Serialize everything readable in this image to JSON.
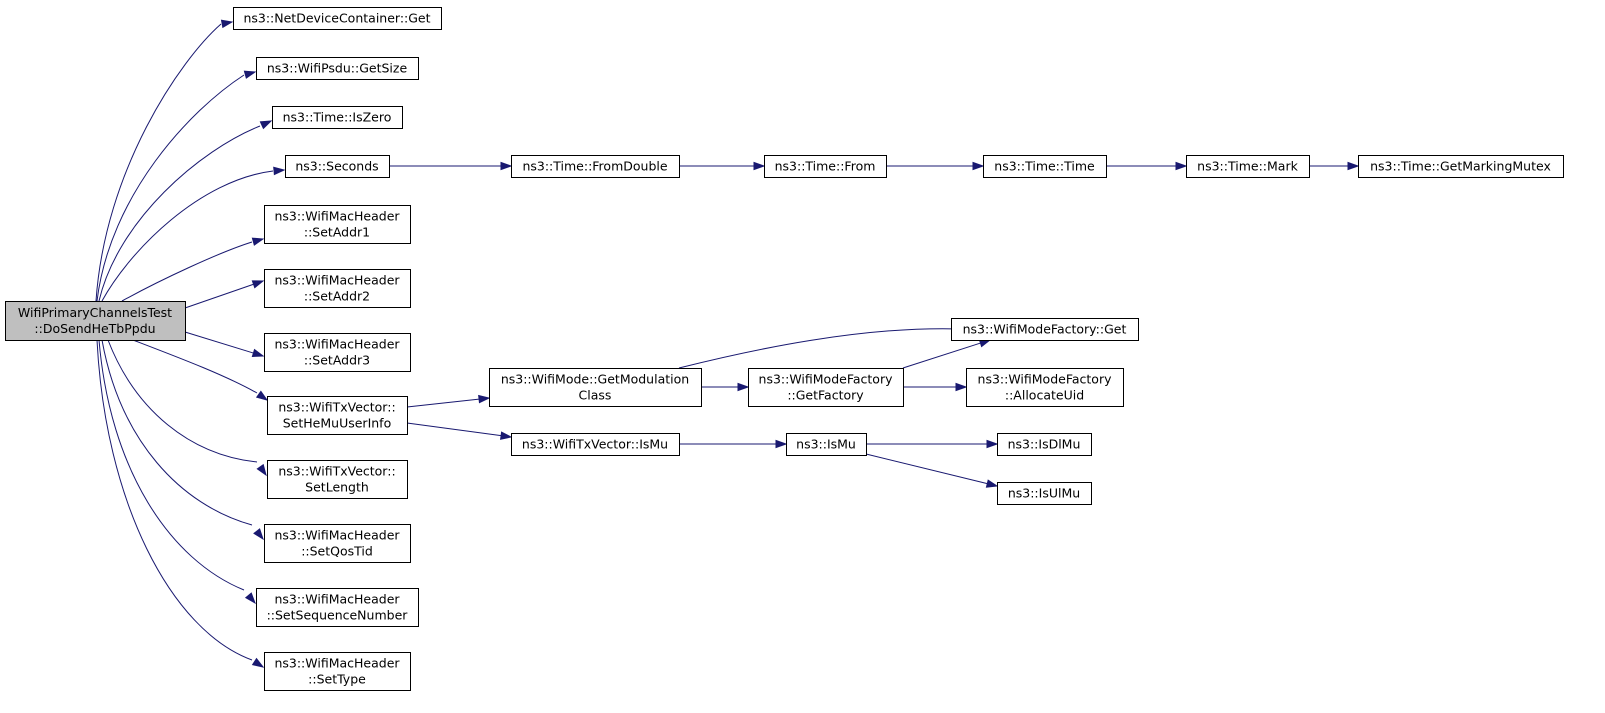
{
  "diagram": {
    "type": "call-graph",
    "colors": {
      "edge": "#191970",
      "root_fill": "#bfbfbf",
      "node_fill": "#ffffff",
      "node_border": "#000000"
    },
    "nodes": [
      {
        "id": "root",
        "lines": [
          "WifiPrimaryChannelsTest",
          "::DoSendHeTbPpdu"
        ]
      },
      {
        "id": "ndc_get",
        "lines": [
          "ns3::NetDeviceContainer::Get"
        ]
      },
      {
        "id": "psdu_getsize",
        "lines": [
          "ns3::WifiPsdu::GetSize"
        ]
      },
      {
        "id": "time_iszero",
        "lines": [
          "ns3::Time::IsZero"
        ]
      },
      {
        "id": "seconds",
        "lines": [
          "ns3::Seconds"
        ]
      },
      {
        "id": "setaddr1",
        "lines": [
          "ns3::WifiMacHeader",
          "::SetAddr1"
        ]
      },
      {
        "id": "setaddr2",
        "lines": [
          "ns3::WifiMacHeader",
          "::SetAddr2"
        ]
      },
      {
        "id": "setaddr3",
        "lines": [
          "ns3::WifiMacHeader",
          "::SetAddr3"
        ]
      },
      {
        "id": "sethemuuserinfo",
        "lines": [
          "ns3::WifiTxVector::",
          "SetHeMuUserInfo"
        ]
      },
      {
        "id": "setlength",
        "lines": [
          "ns3::WifiTxVector::",
          "SetLength"
        ]
      },
      {
        "id": "setqostid",
        "lines": [
          "ns3::WifiMacHeader",
          "::SetQosTid"
        ]
      },
      {
        "id": "setseqnum",
        "lines": [
          "ns3::WifiMacHeader",
          "::SetSequenceNumber"
        ]
      },
      {
        "id": "settype",
        "lines": [
          "ns3::WifiMacHeader",
          "::SetType"
        ]
      },
      {
        "id": "fromdouble",
        "lines": [
          "ns3::Time::FromDouble"
        ]
      },
      {
        "id": "time_from",
        "lines": [
          "ns3::Time::From"
        ]
      },
      {
        "id": "time_time",
        "lines": [
          "ns3::Time::Time"
        ]
      },
      {
        "id": "time_mark",
        "lines": [
          "ns3::Time::Mark"
        ]
      },
      {
        "id": "getmarkingmutex",
        "lines": [
          "ns3::Time::GetMarkingMutex"
        ]
      },
      {
        "id": "getmodclass",
        "lines": [
          "ns3::WifiMode::GetModulation",
          "Class"
        ]
      },
      {
        "id": "txv_ismu",
        "lines": [
          "ns3::WifiTxVector::IsMu"
        ]
      },
      {
        "id": "wmf_get",
        "lines": [
          "ns3::WifiModeFactory::Get"
        ]
      },
      {
        "id": "wmf_getfactory",
        "lines": [
          "ns3::WifiModeFactory",
          "::GetFactory"
        ]
      },
      {
        "id": "wmf_allocateuid",
        "lines": [
          "ns3::WifiModeFactory",
          "::AllocateUid"
        ]
      },
      {
        "id": "ismu",
        "lines": [
          "ns3::IsMu"
        ]
      },
      {
        "id": "isdlmu",
        "lines": [
          "ns3::IsDlMu"
        ]
      },
      {
        "id": "isulmu",
        "lines": [
          "ns3::IsUlMu"
        ]
      }
    ],
    "edges": [
      {
        "from": "root",
        "to": "ndc_get"
      },
      {
        "from": "root",
        "to": "psdu_getsize"
      },
      {
        "from": "root",
        "to": "time_iszero"
      },
      {
        "from": "root",
        "to": "seconds"
      },
      {
        "from": "root",
        "to": "setaddr1"
      },
      {
        "from": "root",
        "to": "setaddr2"
      },
      {
        "from": "root",
        "to": "setaddr3"
      },
      {
        "from": "root",
        "to": "sethemuuserinfo"
      },
      {
        "from": "root",
        "to": "setlength"
      },
      {
        "from": "root",
        "to": "setqostid"
      },
      {
        "from": "root",
        "to": "setseqnum"
      },
      {
        "from": "root",
        "to": "settype"
      },
      {
        "from": "seconds",
        "to": "fromdouble"
      },
      {
        "from": "fromdouble",
        "to": "time_from"
      },
      {
        "from": "time_from",
        "to": "time_time"
      },
      {
        "from": "time_time",
        "to": "time_mark"
      },
      {
        "from": "time_mark",
        "to": "getmarkingmutex"
      },
      {
        "from": "sethemuuserinfo",
        "to": "getmodclass"
      },
      {
        "from": "sethemuuserinfo",
        "to": "txv_ismu"
      },
      {
        "from": "getmodclass",
        "to": "wmf_get"
      },
      {
        "from": "getmodclass",
        "to": "wmf_getfactory"
      },
      {
        "from": "wmf_getfactory",
        "to": "wmf_get"
      },
      {
        "from": "wmf_getfactory",
        "to": "wmf_allocateuid"
      },
      {
        "from": "txv_ismu",
        "to": "ismu"
      },
      {
        "from": "ismu",
        "to": "isdlmu"
      },
      {
        "from": "ismu",
        "to": "isulmu"
      }
    ]
  }
}
